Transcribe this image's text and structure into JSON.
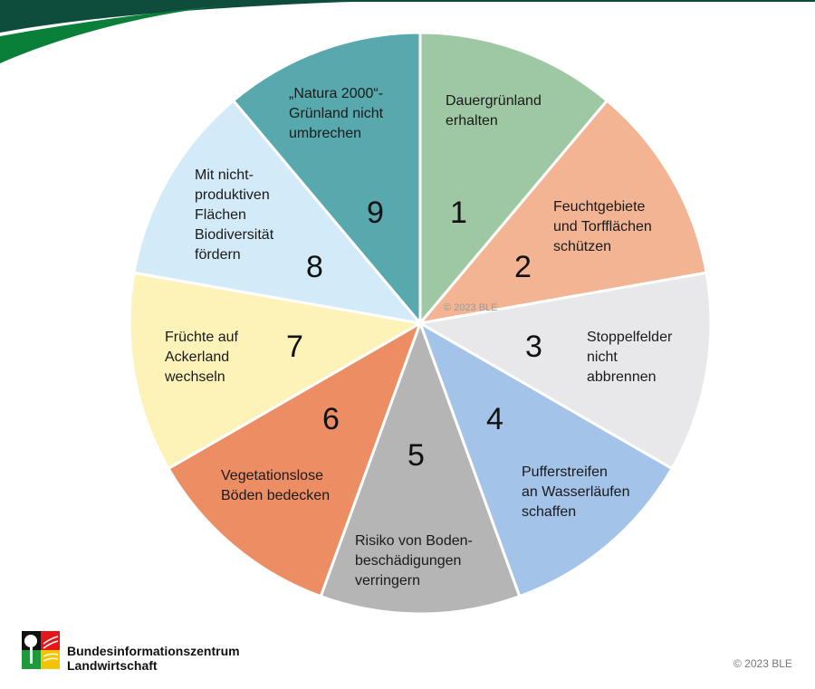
{
  "colors": {
    "dark_green": "#0e4d3c",
    "green": "#0a7f3a"
  },
  "segments": [
    {
      "number": "1",
      "label": [
        "Dauergrünland",
        "erhalten"
      ],
      "color": "#9ec8a4"
    },
    {
      "number": "2",
      "label": [
        "Feuchtgebiete",
        "und Torfflächen",
        "schützen"
      ],
      "color": "#f2b493"
    },
    {
      "number": "3",
      "label": [
        "Stoppelfelder",
        "nicht",
        "abbrennen"
      ],
      "color": "#e8e8ea"
    },
    {
      "number": "4",
      "label": [
        "Pufferstreifen",
        "an Wasserläufen",
        "schaffen"
      ],
      "color": "#a3c3e8"
    },
    {
      "number": "5",
      "label": [
        "Risiko von Boden-",
        "beschädigungen",
        "verringern"
      ],
      "color": "#b5b5b5"
    },
    {
      "number": "6",
      "label": [
        "Vegetationslose",
        "Böden bedecken"
      ],
      "color": "#ec8d63"
    },
    {
      "number": "7",
      "label": [
        "Früchte auf",
        "Ackerland",
        "wechseln"
      ],
      "color": "#fdf3b9"
    },
    {
      "number": "8",
      "label": [
        "Mit nicht-",
        "produktiven",
        "Flächen",
        "Biodiversität",
        "fördern"
      ],
      "color": "#d3eaf8"
    },
    {
      "number": "9",
      "label": [
        "„Natura 2000“-",
        "Grünland nicht",
        "umbrechen"
      ],
      "color": "#57a9ae"
    }
  ],
  "watermark": "© 2023 BLE",
  "footer": {
    "logo_line1": "Bundesinformationszentrum",
    "logo_line2": "Landwirtschaft",
    "copyright": "© 2023 BLE"
  }
}
